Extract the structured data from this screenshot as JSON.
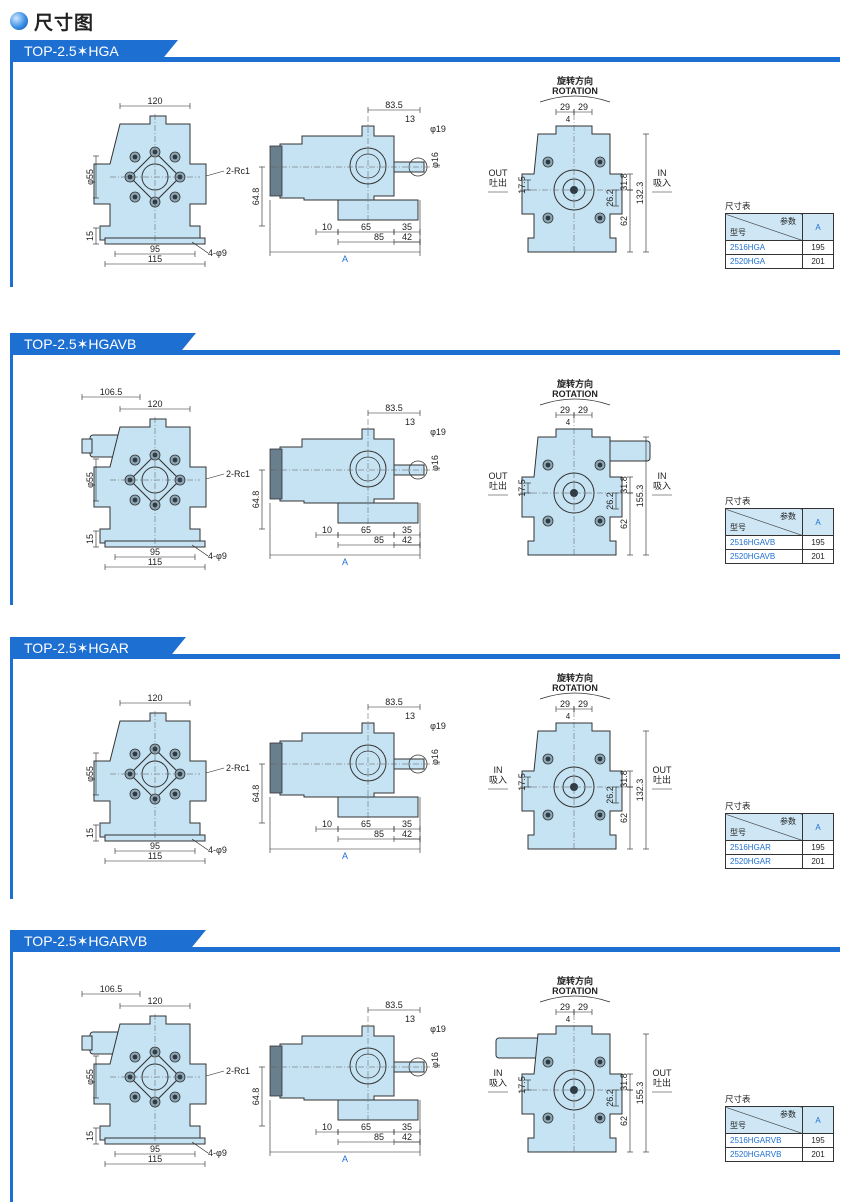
{
  "page": {
    "title": "尺寸图"
  },
  "sections": [
    {
      "tab": "TOP-2.5✶HGA",
      "labels": {
        "rotation_cn": "旋转方向",
        "rotation_en": "ROTATION",
        "left_port_en": "OUT",
        "left_port_cn": "吐出",
        "right_port_en": "IN",
        "right_port_cn": "吸入",
        "rc": "2-Rc1",
        "hole": "4-φ9"
      },
      "table": {
        "caption": "尺寸表",
        "param": "参数",
        "model": "型号",
        "col": "A",
        "rows": [
          {
            "model": "2516HGA",
            "a": "195"
          },
          {
            "model": "2520HGA",
            "a": "201"
          }
        ]
      }
    },
    {
      "tab": "TOP-2.5✶HGAVB",
      "labels": {
        "rotation_cn": "旋转方向",
        "rotation_en": "ROTATION",
        "left_port_en": "OUT",
        "left_port_cn": "吐出",
        "right_port_en": "IN",
        "right_port_cn": "吸入",
        "rc": "2-Rc1",
        "hole": "4-φ9"
      },
      "table": {
        "caption": "尺寸表",
        "param": "参数",
        "model": "型号",
        "col": "A",
        "rows": [
          {
            "model": "2516HGAVB",
            "a": "195"
          },
          {
            "model": "2520HGAVB",
            "a": "201"
          }
        ]
      }
    },
    {
      "tab": "TOP-2.5✶HGAR",
      "labels": {
        "rotation_cn": "旋转方向",
        "rotation_en": "ROTATION",
        "left_port_en": "IN",
        "left_port_cn": "吸入",
        "right_port_en": "OUT",
        "right_port_cn": "吐出",
        "rc": "2-Rc1",
        "hole": "4-φ9"
      },
      "table": {
        "caption": "尺寸表",
        "param": "参数",
        "model": "型号",
        "col": "A",
        "rows": [
          {
            "model": "2516HGAR",
            "a": "195"
          },
          {
            "model": "2520HGAR",
            "a": "201"
          }
        ]
      }
    },
    {
      "tab": "TOP-2.5✶HGARVB",
      "labels": {
        "rotation_cn": "旋转方向",
        "rotation_en": "ROTATION",
        "left_port_en": "IN",
        "left_port_cn": "吸入",
        "right_port_en": "OUT",
        "right_port_cn": "吐出",
        "rc": "2-Rc1",
        "hole": "4-φ9"
      },
      "table": {
        "caption": "尺寸表",
        "param": "参数",
        "model": "型号",
        "col": "A",
        "rows": [
          {
            "model": "2516HGARVB",
            "a": "195"
          },
          {
            "model": "2520HGARVB",
            "a": "201"
          }
        ]
      }
    }
  ],
  "dims": {
    "w120": "120",
    "w95": "95",
    "w115": "115",
    "h15": "15",
    "d55": "φ55",
    "w106": "106.5",
    "w83": "83.5",
    "w13": "13",
    "d19": "φ19",
    "d16": "φ16",
    "h648": "64.8",
    "w10": "10",
    "w65": "65",
    "w85": "85",
    "w35": "35",
    "w42": "42",
    "a": "A",
    "w29": "29",
    "w4": "4",
    "h175": "17.5",
    "h318": "31.8",
    "h262": "26.2",
    "h1323": "132.3",
    "h1553": "155.3",
    "h62": "62"
  },
  "colors": {
    "accent": "#1d6fd1",
    "body": "#c6e3f3"
  }
}
